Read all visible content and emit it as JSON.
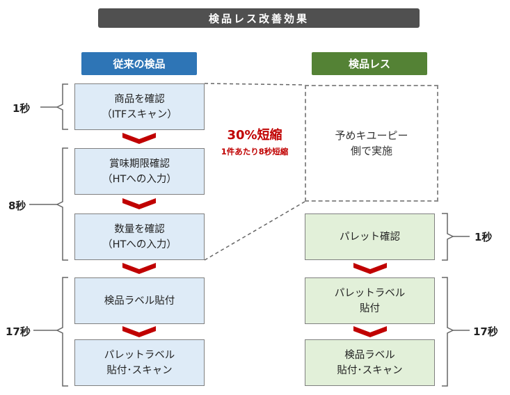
{
  "title": "検品レス改善効果",
  "left": {
    "header": "従来の検品",
    "steps": [
      {
        "line1": "商品を確認",
        "line2": "（ITFスキャン）"
      },
      {
        "line1": "賞味期限確認",
        "line2": "（HTへの入力）"
      },
      {
        "line1": "数量を確認",
        "line2": "（HTへの入力）"
      },
      {
        "line1": "検品ラベル貼付",
        "line2": ""
      },
      {
        "line1": "パレットラベル",
        "line2": "貼付･スキャン"
      }
    ],
    "times": [
      "1秒",
      "8秒",
      "17秒"
    ]
  },
  "right": {
    "header": "検品レス",
    "prestep": {
      "line1": "予めキユーピー",
      "line2": "側で実施"
    },
    "steps": [
      {
        "line1": "パレット確認",
        "line2": ""
      },
      {
        "line1": "パレットラベル",
        "line2": "貼付"
      },
      {
        "line1": "検品ラベル",
        "line2": "貼付･スキャン"
      }
    ],
    "times": [
      "1秒",
      "17秒"
    ]
  },
  "reduction": {
    "headline": "30%短縮",
    "detail": "1件あたり8秒短縮"
  },
  "colors": {
    "title_bg": "#505050",
    "left_header": "#2e75b6",
    "right_header": "#548235",
    "left_box": "#deebf7",
    "right_box": "#e2f0d9",
    "arrow": "#c00000",
    "highlight_text": "#c00000"
  }
}
